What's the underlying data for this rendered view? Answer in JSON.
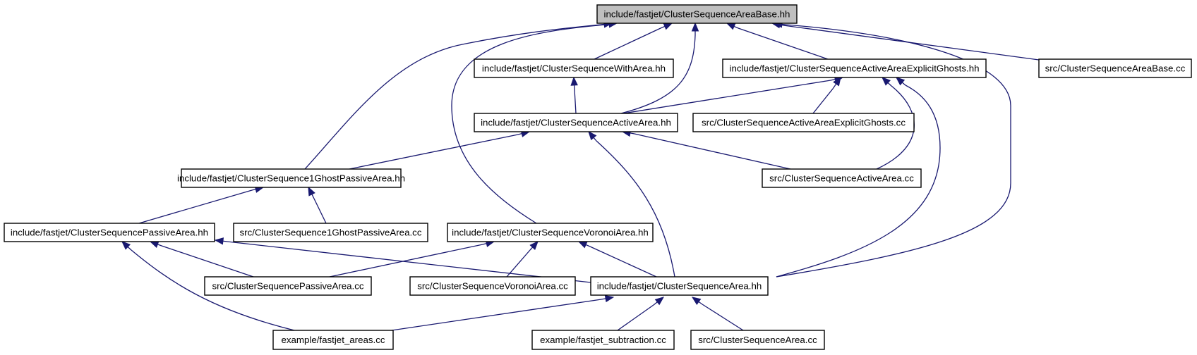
{
  "diagram": {
    "type": "include-dependency-graph",
    "colors": {
      "edge": "#191970",
      "root_fill": "#bfbfbf",
      "node_fill": "#ffffff",
      "border": "#000000"
    },
    "nodes": [
      {
        "id": "n0",
        "label": "include/fastjet/ClusterSequenceAreaBase.hh",
        "root": true
      },
      {
        "id": "n1",
        "label": "include/fastjet/ClusterSequenceWithArea.hh"
      },
      {
        "id": "n2",
        "label": "include/fastjet/ClusterSequenceActiveAreaExplicitGhosts.hh"
      },
      {
        "id": "n3",
        "label": "src/ClusterSequenceAreaBase.cc"
      },
      {
        "id": "n4",
        "label": "include/fastjet/ClusterSequenceActiveArea.hh"
      },
      {
        "id": "n5",
        "label": "src/ClusterSequenceActiveAreaExplicitGhosts.cc"
      },
      {
        "id": "n6",
        "label": "include/fastjet/ClusterSequence1GhostPassiveArea.hh"
      },
      {
        "id": "n7",
        "label": "src/ClusterSequenceActiveArea.cc"
      },
      {
        "id": "n8",
        "label": "include/fastjet/ClusterSequencePassiveArea.hh"
      },
      {
        "id": "n9",
        "label": "src/ClusterSequence1GhostPassiveArea.cc"
      },
      {
        "id": "n10",
        "label": "include/fastjet/ClusterSequenceVoronoiArea.hh"
      },
      {
        "id": "n11",
        "label": "src/ClusterSequencePassiveArea.cc"
      },
      {
        "id": "n12",
        "label": "src/ClusterSequenceVoronoiArea.cc"
      },
      {
        "id": "n13",
        "label": "include/fastjet/ClusterSequenceArea.hh"
      },
      {
        "id": "n14",
        "label": "example/fastjet_areas.cc"
      },
      {
        "id": "n15",
        "label": "example/fastjet_subtraction.cc"
      },
      {
        "id": "n16",
        "label": "src/ClusterSequenceArea.cc"
      }
    ],
    "edges": [
      {
        "from": "n1",
        "to": "n0"
      },
      {
        "from": "n2",
        "to": "n0"
      },
      {
        "from": "n3",
        "to": "n0"
      },
      {
        "from": "n4",
        "to": "n0"
      },
      {
        "from": "n6",
        "to": "n0"
      },
      {
        "from": "n10",
        "to": "n0"
      },
      {
        "from": "n13",
        "to": "n0"
      },
      {
        "from": "n4",
        "to": "n1"
      },
      {
        "from": "n4",
        "to": "n2"
      },
      {
        "from": "n5",
        "to": "n2"
      },
      {
        "from": "n7",
        "to": "n2"
      },
      {
        "from": "n13",
        "to": "n2"
      },
      {
        "from": "n6",
        "to": "n4"
      },
      {
        "from": "n7",
        "to": "n4"
      },
      {
        "from": "n13",
        "to": "n4"
      },
      {
        "from": "n8",
        "to": "n6"
      },
      {
        "from": "n9",
        "to": "n6"
      },
      {
        "from": "n11",
        "to": "n8"
      },
      {
        "from": "n14",
        "to": "n8"
      },
      {
        "from": "n13",
        "to": "n8"
      },
      {
        "from": "n11",
        "to": "n10"
      },
      {
        "from": "n12",
        "to": "n10"
      },
      {
        "from": "n13",
        "to": "n10"
      },
      {
        "from": "n14",
        "to": "n13"
      },
      {
        "from": "n15",
        "to": "n13"
      },
      {
        "from": "n16",
        "to": "n13"
      }
    ]
  }
}
